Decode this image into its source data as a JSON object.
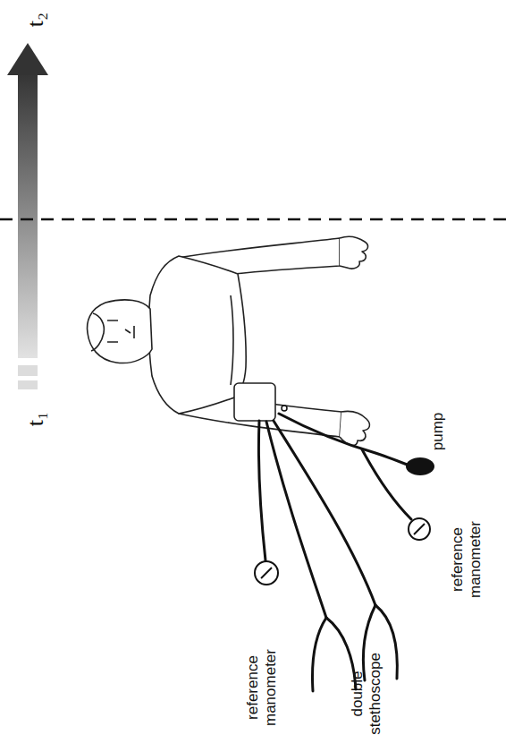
{
  "diagram": {
    "labels": [
      "t₂",
      "t₁",
      "reference manometer",
      "double stethoscope",
      "reference manometer",
      "pump"
    ]
  }
}
